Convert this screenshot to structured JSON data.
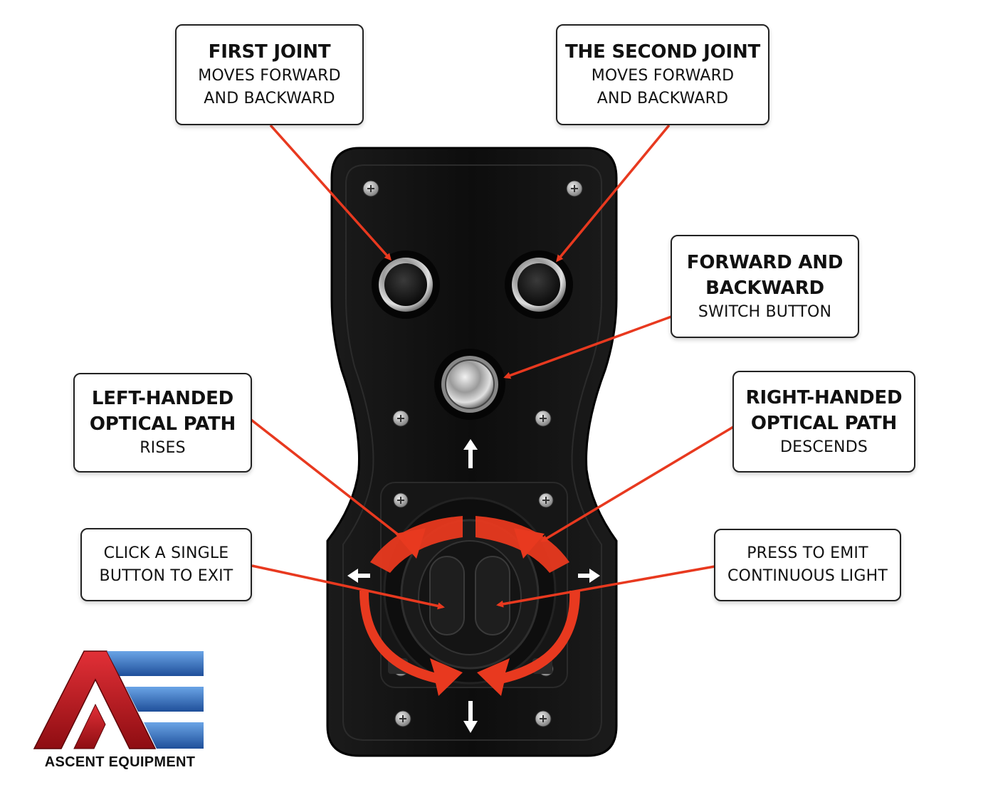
{
  "callouts": {
    "first_joint": {
      "title": "FIRST JOINT",
      "line1": "MOVES FORWARD",
      "line2": "AND BACKWARD"
    },
    "second_joint": {
      "title": "THE SECOND JOINT",
      "line1": "MOVES FORWARD",
      "line2": "AND BACKWARD"
    },
    "switch": {
      "title1": "FORWARD AND",
      "title2": "BACKWARD",
      "line1": "SWITCH BUTTON"
    },
    "left_path": {
      "title1": "LEFT-HANDED",
      "title2": "OPTICAL PATH",
      "line1": "RISES"
    },
    "right_path": {
      "title1": "RIGHT-HANDED",
      "title2": "OPTICAL PATH",
      "line1": "DESCENDS"
    },
    "exit": {
      "line1": "CLICK A SINGLE",
      "line2": "BUTTON TO EXIT"
    },
    "emit": {
      "line1": "PRESS TO EMIT",
      "line2": "CONTINUOUS LIGHT"
    }
  },
  "logo": {
    "name": "ASCENT EQUIPMENT"
  },
  "colors": {
    "accent_arrow": "#e8391f",
    "device_body": "#111111",
    "logo_red": "#c4141b",
    "logo_blue": "#2f6fc3"
  },
  "icons": {
    "up_arrow": "arrow-up-icon",
    "down_arrow": "arrow-down-icon",
    "left_arrow": "arrow-left-icon",
    "right_arrow": "arrow-right-icon"
  }
}
